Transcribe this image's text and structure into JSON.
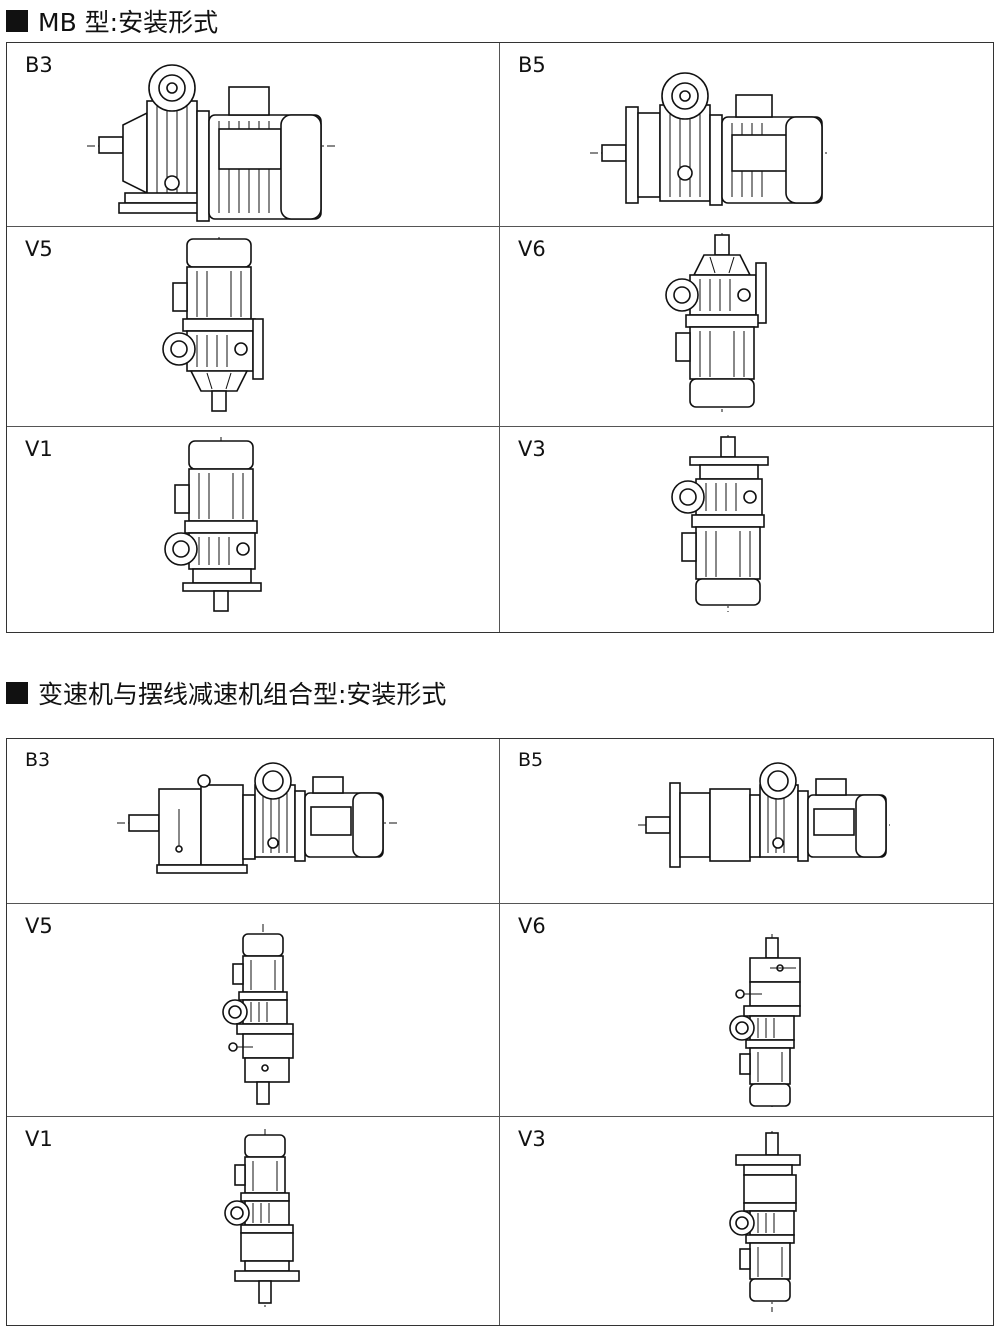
{
  "section1": {
    "title": "MB 型:安装形式",
    "cells": [
      {
        "label": "B3"
      },
      {
        "label": "B5"
      },
      {
        "label": "V5"
      },
      {
        "label": "V6"
      },
      {
        "label": "V1"
      },
      {
        "label": "V3"
      }
    ]
  },
  "section2": {
    "title": "变速机与摆线减速机组合型:安装形式",
    "cells": [
      {
        "label": "B3"
      },
      {
        "label": "B5"
      },
      {
        "label": "V5"
      },
      {
        "label": "V6"
      },
      {
        "label": "V1"
      },
      {
        "label": "V3"
      }
    ]
  }
}
